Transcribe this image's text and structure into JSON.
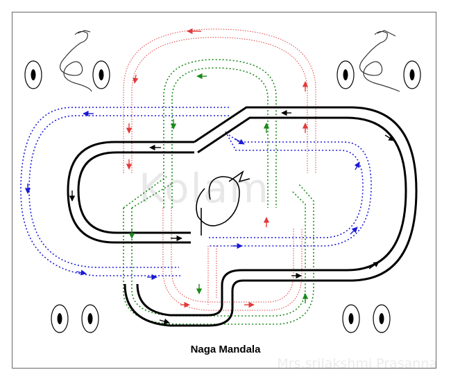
{
  "caption": "Naga Mandala",
  "watermark": "Kolam",
  "credit": "Mrs.srilakshmi Prasanna",
  "colors": {
    "frame": "#666666",
    "black_path": "#000000",
    "blue_path": "#1a1ad6",
    "green_path": "#1a8a1a",
    "red_path": "#e23a3a"
  },
  "icons": [
    "snake-icon",
    "eye-icon"
  ]
}
